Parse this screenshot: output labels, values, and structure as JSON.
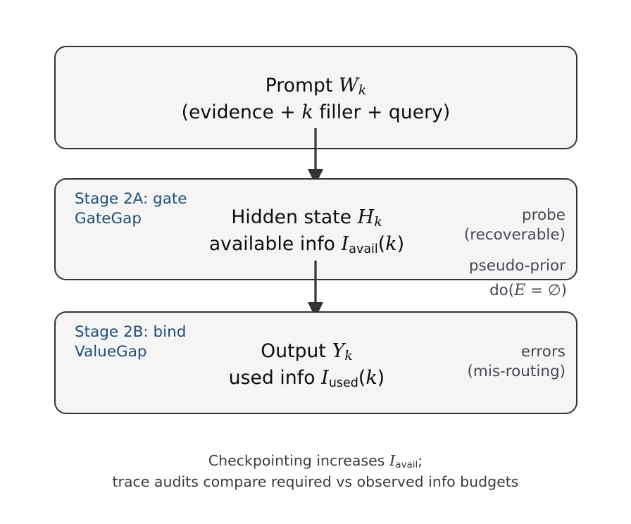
{
  "figure": {
    "background": "#ffffff",
    "box_fill": "#f5f5f5",
    "box_stroke": "#333333",
    "stage_color": "#1f4e79",
    "annotation_color": "#4a4552",
    "text_color": "#0d0d0d"
  },
  "nodes": [
    {
      "id": "prompt",
      "center_line_1_prefix": "Prompt ",
      "center_line_1_var": "W",
      "center_line_1_sub": "k",
      "center_line_2": "(evidence + ",
      "center_line_2_var": "k",
      "center_line_2_tail": " filler + query)"
    },
    {
      "id": "gate",
      "stage_line_1": "Stage 2A: gate",
      "stage_line_2": "GateGap",
      "center_line_1_prefix": "Hidden state ",
      "center_line_1_var": "H",
      "center_line_1_sub": "k",
      "center_line_2_prefix": "available info ",
      "center_line_2_var": "I",
      "center_line_2_sub": "avail",
      "center_line_2_tail_open": "(",
      "center_line_2_tail_var": "k",
      "center_line_2_tail_close": ")",
      "annot_line_1": "probe",
      "annot_line_2": "(recoverable)",
      "annot_line_3": "pseudo-prior",
      "annot_line_4_prefix": "do(",
      "annot_line_4_var": "E",
      "annot_line_4_eq": " = ",
      "annot_line_4_sym": "∅",
      "annot_line_4_close": ")"
    },
    {
      "id": "bind",
      "stage_line_1": "Stage 2B: bind",
      "stage_line_2": "ValueGap",
      "center_line_1_prefix": "Output ",
      "center_line_1_var": "Y",
      "center_line_1_sub": "k",
      "center_line_2_prefix": "used info ",
      "center_line_2_var": "I",
      "center_line_2_sub": "used",
      "center_line_2_tail_open": "(",
      "center_line_2_tail_var": "k",
      "center_line_2_tail_close": ")",
      "annot_line_1": "errors",
      "annot_line_2": "(mis-routing)"
    }
  ],
  "caption": {
    "line_1_prefix": "Checkpointing increases ",
    "line_1_var": "I",
    "line_1_sub": "avail",
    "line_1_tail": ";",
    "line_2": "trace audits compare required vs observed info budgets"
  }
}
